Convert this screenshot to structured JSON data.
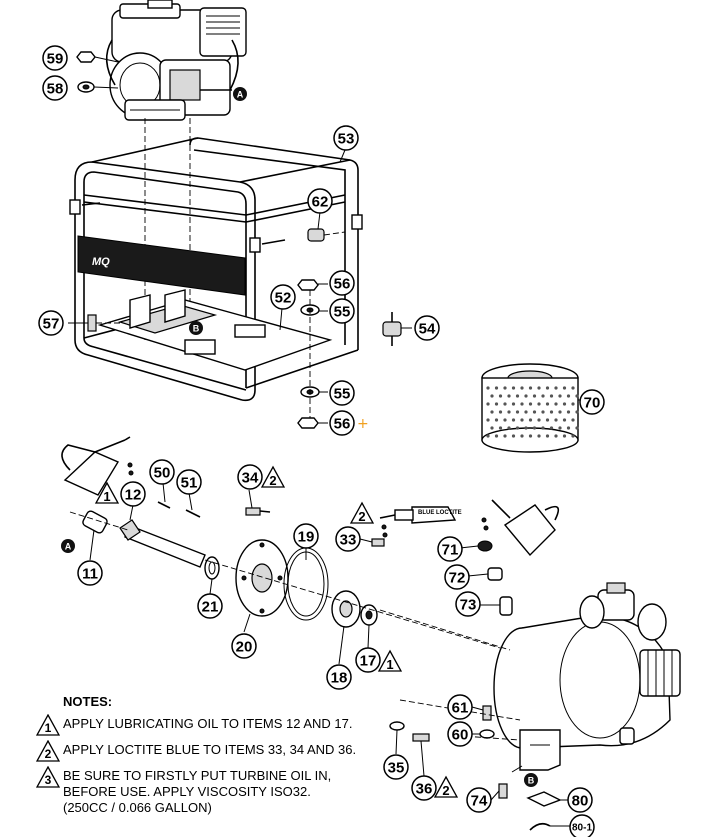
{
  "diagram": {
    "callouts": [
      {
        "id": "c59",
        "label": "59"
      },
      {
        "id": "c58",
        "label": "58"
      },
      {
        "id": "c53",
        "label": "53"
      },
      {
        "id": "c62",
        "label": "62"
      },
      {
        "id": "c56a",
        "label": "56"
      },
      {
        "id": "c55a",
        "label": "55"
      },
      {
        "id": "c52",
        "label": "52"
      },
      {
        "id": "c54",
        "label": "54"
      },
      {
        "id": "c57",
        "label": "57"
      },
      {
        "id": "c55b",
        "label": "55"
      },
      {
        "id": "c56b",
        "label": "56"
      },
      {
        "id": "c70",
        "label": "70"
      },
      {
        "id": "c50",
        "label": "50"
      },
      {
        "id": "c51",
        "label": "51"
      },
      {
        "id": "c34",
        "label": "34"
      },
      {
        "id": "c12",
        "label": "12"
      },
      {
        "id": "c19",
        "label": "19"
      },
      {
        "id": "c33",
        "label": "33"
      },
      {
        "id": "c71",
        "label": "71"
      },
      {
        "id": "c11",
        "label": "11"
      },
      {
        "id": "c72",
        "label": "72"
      },
      {
        "id": "c21",
        "label": "21"
      },
      {
        "id": "c73",
        "label": "73"
      },
      {
        "id": "c20",
        "label": "20"
      },
      {
        "id": "c17",
        "label": "17"
      },
      {
        "id": "c18",
        "label": "18"
      },
      {
        "id": "c61",
        "label": "61"
      },
      {
        "id": "c60",
        "label": "60"
      },
      {
        "id": "c35",
        "label": "35"
      },
      {
        "id": "c36",
        "label": "36"
      },
      {
        "id": "c74",
        "label": "74"
      },
      {
        "id": "c80",
        "label": "80"
      },
      {
        "id": "c801",
        "label": "80-1"
      }
    ],
    "markers": [
      {
        "id": "mA1",
        "label": "A"
      },
      {
        "id": "mB1",
        "label": "B"
      },
      {
        "id": "mA2",
        "label": "A"
      },
      {
        "id": "mB2",
        "label": "B"
      }
    ],
    "triangles": [
      {
        "id": "t1",
        "label": "1"
      },
      {
        "id": "t34",
        "label": "2"
      },
      {
        "id": "t33",
        "label": "2"
      },
      {
        "id": "t17",
        "label": "1"
      },
      {
        "id": "t36",
        "label": "2"
      }
    ],
    "brand": "MQ",
    "tube_label": "BLUE LOCTITE",
    "plus_mark": "+"
  },
  "notes": {
    "title": "NOTES:",
    "items": [
      {
        "num": "1",
        "text": "APPLY LUBRICATING OIL TO ITEMS 12 AND 17."
      },
      {
        "num": "2",
        "text": "APPLY LOCTITE BLUE TO ITEMS 33, 34 AND 36."
      },
      {
        "num": "3",
        "text": "BE SURE TO FIRSTLY PUT TURBINE OIL IN,\nBEFORE USE. APPLY VISCOSITY ISO32.\n(250CC / 0.066 GALLON)"
      }
    ]
  }
}
